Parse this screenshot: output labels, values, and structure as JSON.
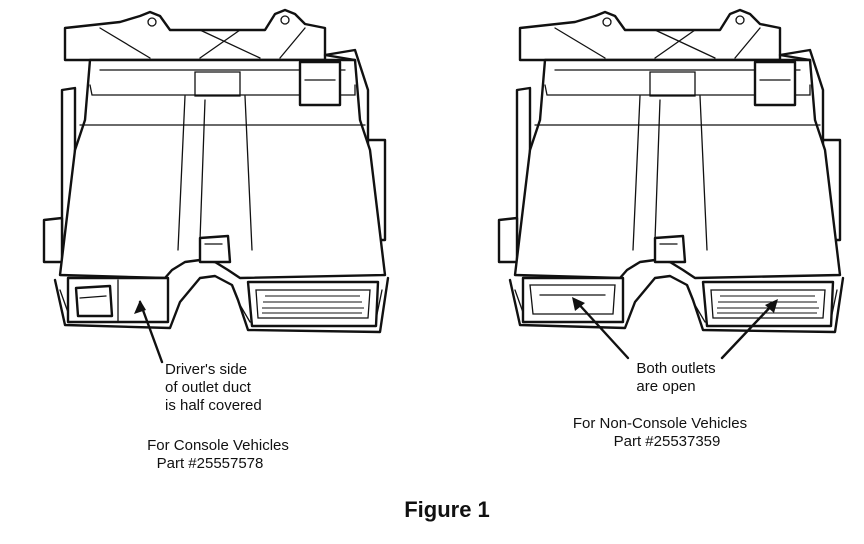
{
  "left_unit": {
    "callout": [
      "Driver's side",
      "of outlet duct",
      "is half covered"
    ],
    "caption": [
      "For Console Vehicles",
      "Part #25557578"
    ]
  },
  "right_unit": {
    "callout": [
      "Both outlets",
      "are open"
    ],
    "caption": [
      "For Non-Console Vehicles",
      "Part #25537359"
    ]
  },
  "figure_title": "Figure 1"
}
